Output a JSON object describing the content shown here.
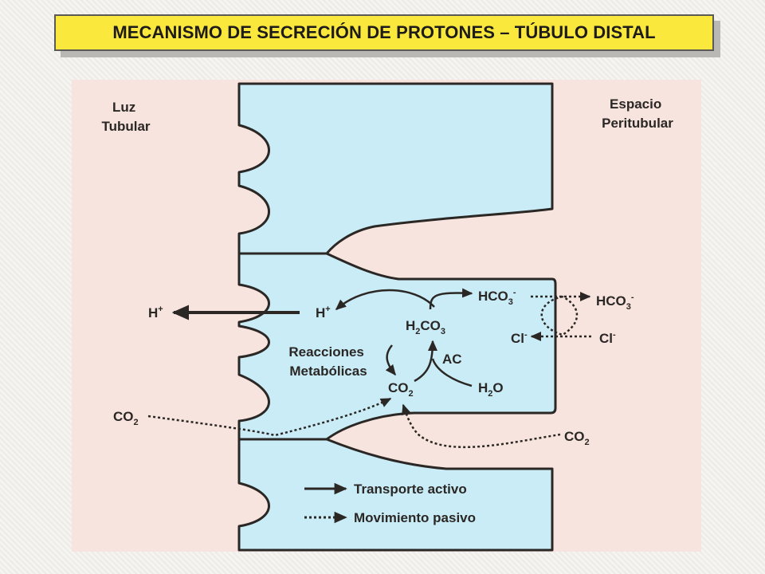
{
  "title": "MECANISMO DE SECRECIÓN DE PROTONES – TÚBULO DISTAL",
  "regions": {
    "lumen": [
      "Luz",
      "Tubular"
    ],
    "peritubular": [
      "Espacio",
      "Peritubular"
    ]
  },
  "species": {
    "h_lumen": {
      "base": "H",
      "sup": "+"
    },
    "h_cell": {
      "base": "H",
      "sup": "+"
    },
    "hco3_cell": {
      "base": "HCO",
      "sub": "3",
      "sup": "-"
    },
    "hco3_out": {
      "base": "HCO",
      "sub": "3",
      "sup": "-"
    },
    "h2co3": {
      "pre": "H",
      "sub1": "2",
      "mid": "CO",
      "sub2": "3"
    },
    "cl_cell": {
      "base": "Cl",
      "sup": "-"
    },
    "cl_out": {
      "base": "Cl",
      "sup": "-"
    },
    "co2_cell": {
      "base": "CO",
      "sub": "2"
    },
    "co2_lumen": {
      "base": "CO",
      "sub": "2"
    },
    "co2_peritubular": {
      "base": "CO",
      "sub": "2"
    },
    "h2o": {
      "pre": "H",
      "sub": "2",
      "post": "O"
    },
    "enzyme": "AC"
  },
  "metabolic": [
    "Reacciones",
    "Metabólicas"
  ],
  "legend": {
    "active": "Transporte activo",
    "passive": "Movimiento pasivo"
  },
  "colors": {
    "banner": "#fbe83c",
    "panel": "#f8e4de",
    "cell": "#c9ecf6",
    "ink": "#2a2725"
  }
}
